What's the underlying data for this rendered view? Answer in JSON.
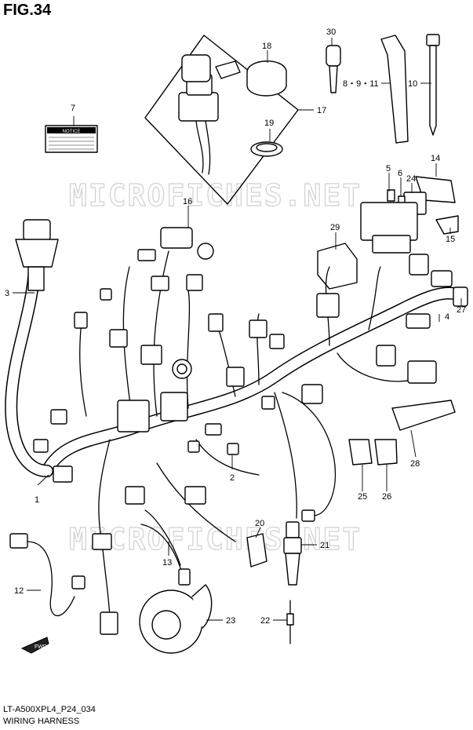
{
  "figure": {
    "title": "FIG.34",
    "code": "LT-A500XPL4_P24_034",
    "name": "WIRING HARNESS"
  },
  "watermark": "MICROFICHES.NET",
  "notice_label": "NOTICE",
  "fwd_label": "FWD",
  "callouts": {
    "c1": "1",
    "c2": "2",
    "c3": "3",
    "c4": "4",
    "c5": "5",
    "c6": "6",
    "c7": "7",
    "c8": "8・9・11",
    "c10": "10",
    "c12": "12",
    "c13": "13",
    "c14": "14",
    "c15": "15",
    "c16": "16",
    "c17": "17",
    "c18": "18",
    "c19": "19",
    "c20": "20",
    "c21": "21",
    "c22": "22",
    "c23": "23",
    "c24": "24",
    "c25": "25",
    "c26": "26",
    "c27": "27",
    "c28": "28",
    "c29": "29",
    "c30": "30"
  }
}
